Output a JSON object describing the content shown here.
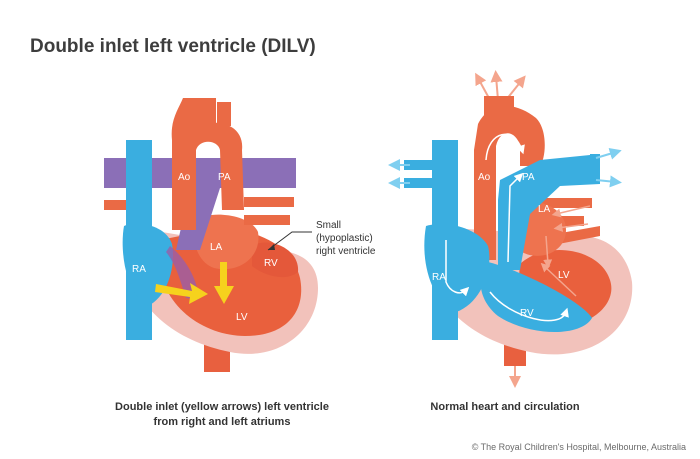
{
  "title": "Double inlet left ventricle (DILV)",
  "left_diagram": {
    "labels": {
      "ao": "Ao",
      "pa": "PA",
      "la": "LA",
      "ra": "RA",
      "rv": "RV",
      "lv": "LV"
    },
    "callout": [
      "Small",
      "(hypoplastic)",
      "right ventricle"
    ],
    "caption_line1": "Double inlet (yellow arrows) left ventricle",
    "caption_line2": "from right and left atriums"
  },
  "right_diagram": {
    "labels": {
      "ao": "Ao",
      "pa": "PA",
      "la": "LA",
      "ra": "RA",
      "rv": "RV",
      "lv": "LV"
    },
    "caption": "Normal heart and circulation"
  },
  "copyright": "© The Royal Children's Hospital, Melbourne, Australia",
  "colors": {
    "oxygenated": "#ea6a45",
    "deoxygenated": "#3aaee0",
    "mixed": "#8b6fb7",
    "pericardium": "#f2c2bb",
    "inlet_arrow": "#f6d21d"
  }
}
